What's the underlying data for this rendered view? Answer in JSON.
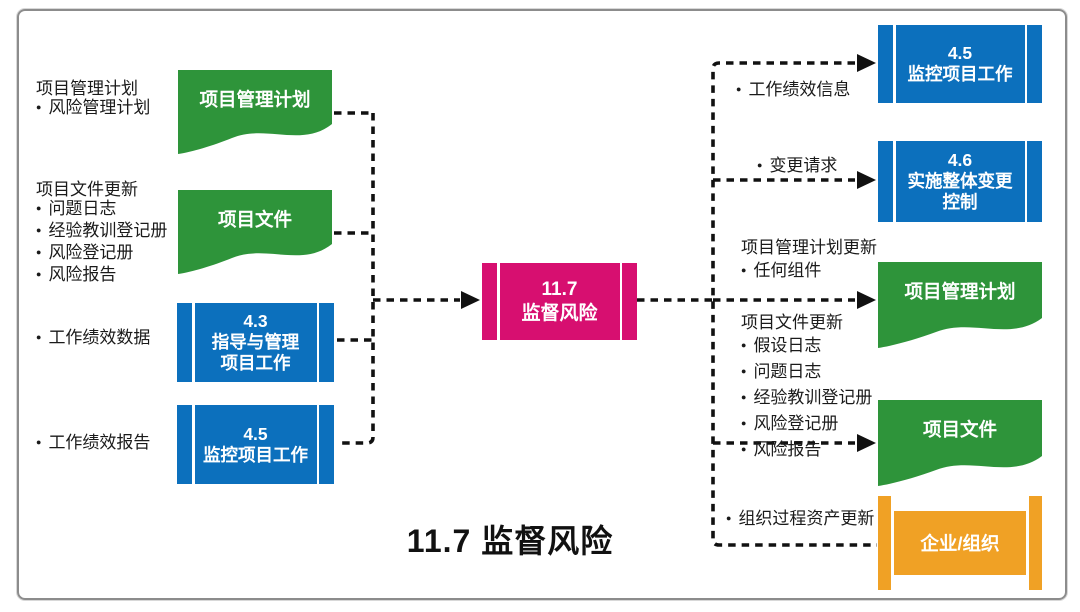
{
  "title": "11.7 监督风险",
  "center": {
    "code": "11.7",
    "name": "监督风险"
  },
  "inputs": {
    "plan": {
      "title": "项目管理计划",
      "bullets": [
        "风险管理计划"
      ],
      "shape": "项目管理计划"
    },
    "docs": {
      "title": "项目文件更新",
      "bullets": [
        "问题日志",
        "经验教训登记册",
        "风险登记册",
        "风险报告"
      ],
      "shape": "项目文件"
    },
    "p43": {
      "bullet": "工作绩效数据",
      "code": "4.3",
      "name": "指导与管理\n项目工作"
    },
    "p45": {
      "bullet": "工作绩效报告",
      "code": "4.5",
      "name": "监控项目工作"
    }
  },
  "outputs": {
    "p45": {
      "bullet": "工作绩效信息",
      "code": "4.5",
      "name": "监控项目工作"
    },
    "p46": {
      "bullet": "变更请求",
      "code": "4.6",
      "name": "实施整体变更\n控制"
    },
    "plan": {
      "title": "项目管理计划更新",
      "bullets": [
        "任何组件"
      ],
      "shape": "项目管理计划"
    },
    "docs": {
      "title": "项目文件更新",
      "bullets": [
        "假设日志",
        "问题日志",
        "经验教训登记册",
        "风险登记册",
        "风险报告"
      ],
      "shape": "项目文件"
    },
    "org": {
      "bullet": "组织过程资产更新",
      "shape": "企业/组织"
    }
  },
  "colors": {
    "green": "#2E943A",
    "blue": "#0C70BD",
    "magenta": "#D70F70",
    "orange": "#F0A125",
    "line": "#111111",
    "border": "#8C8C8C"
  }
}
